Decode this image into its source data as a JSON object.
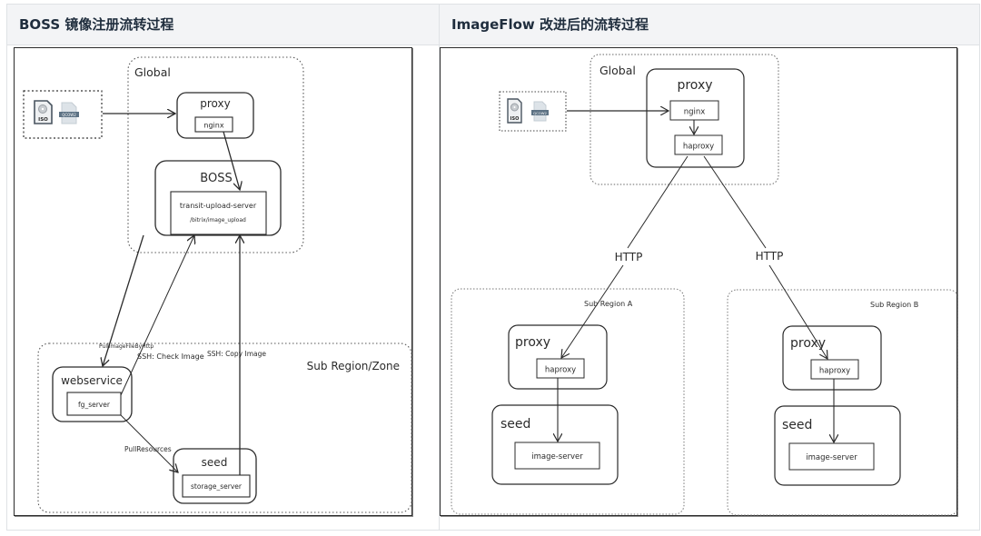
{
  "table": {
    "headers": [
      "BOSS 镜像注册流转过程",
      "ImageFlow 改进后的流转过程"
    ]
  },
  "left_diagram": {
    "input_icons": {
      "iso_label": "ISO",
      "qcow_label": "QCOW2"
    },
    "global_label": "Global",
    "proxy": {
      "title": "proxy",
      "component": "nginx"
    },
    "boss": {
      "title": "BOSS",
      "component": "transit-upload-server",
      "path": "/bitrix/image_upload"
    },
    "subzone_label": "Sub Region/Zone",
    "webservice": {
      "title": "webservice",
      "component": "fg_server"
    },
    "seed": {
      "title": "seed",
      "component": "storage_server"
    },
    "edges": {
      "pull_image": "PullImageFileByHttp",
      "ssh_check": "SSH: Check Image",
      "ssh_copy": "SSH: Copy Image",
      "pull_resources": "PullResources"
    }
  },
  "right_diagram": {
    "input_icons": {
      "iso_label": "ISO",
      "qcow_label": "QCOW2"
    },
    "global_label": "Global",
    "proxy": {
      "title": "proxy",
      "components": [
        "nginx",
        "haproxy"
      ]
    },
    "http_left": "HTTP",
    "http_right": "HTTP",
    "region_a": {
      "label": "Sub Region A",
      "proxy": {
        "title": "proxy",
        "component": "haproxy"
      },
      "seed": {
        "title": "seed",
        "component": "image-server"
      }
    },
    "region_b": {
      "label": "Sub Region B",
      "proxy": {
        "title": "proxy",
        "component": "haproxy"
      },
      "seed": {
        "title": "seed",
        "component": "image-server"
      }
    }
  }
}
